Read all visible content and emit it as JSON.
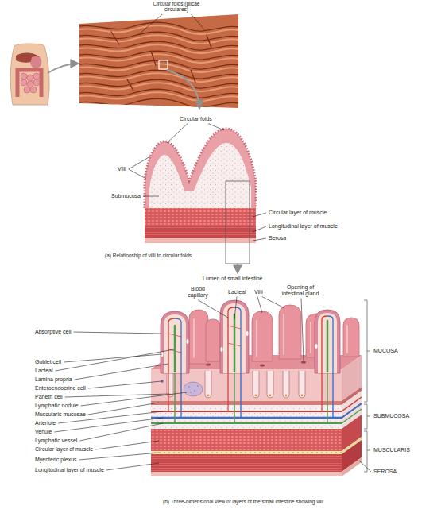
{
  "diagram": {
    "labels": [
      "Circular folds (plicae circulares)",
      "Circular folds",
      "Villi",
      "Submucosa",
      "Circular layer of muscle",
      "Longitudinal layer of muscle",
      "Serosa",
      "(a) Relationship of villi to circular folds",
      "Lumen of small intestine",
      "Blood capillary",
      "Lacteal",
      "Villi",
      "Opening of intestinal gland",
      "Absorptive cell",
      "Goblet cell",
      "Lacteal",
      "Lamina propria",
      "Enteroendocrine cell",
      "Paneth cell",
      "Lymphatic nodule",
      "Muscularis mucosae",
      "Arteriole",
      "Venule",
      "Lymphatic vessel",
      "Circular layer of muscle",
      "Myenteric plexus",
      "Longitudinal layer of muscle",
      "MUCOSA",
      "SUBMUCOSA",
      "MUSCULARIS",
      "SEROSA",
      "(b) Three-dimensional view of layers of the small intestine showing villi"
    ]
  }
}
